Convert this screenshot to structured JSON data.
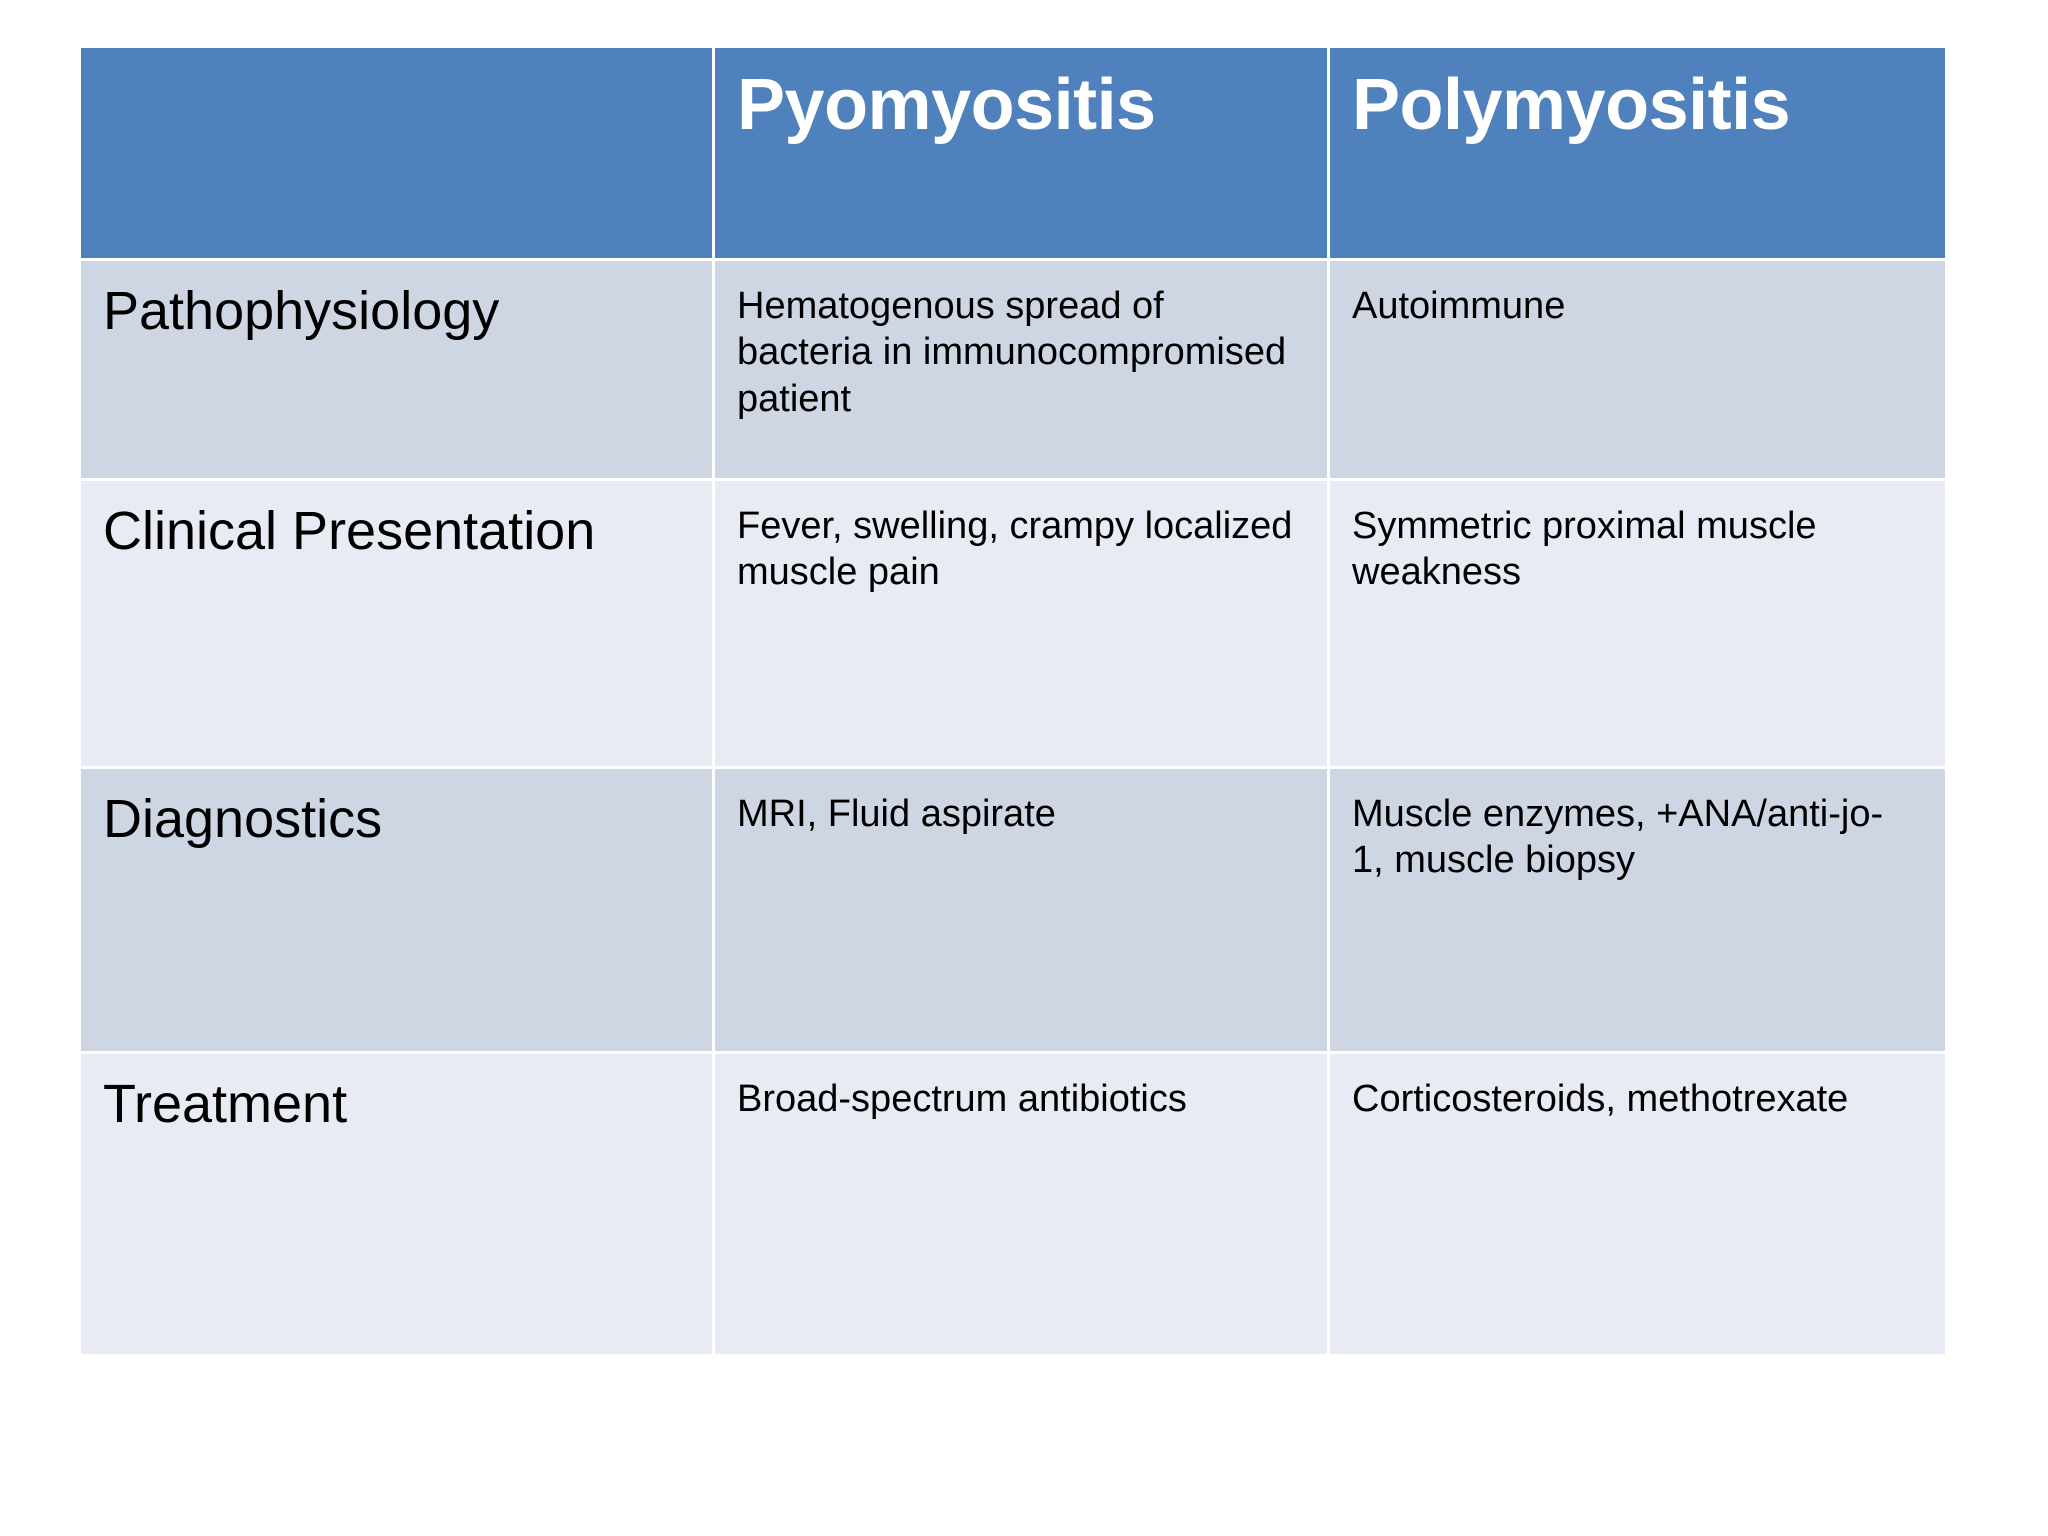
{
  "slide": {
    "background_color": "#ffffff"
  },
  "table": {
    "header_bg": "#4f81bd",
    "header_text_color": "#ffffff",
    "row_shade_dark": "#ced5e3",
    "row_shade_light": "#e9ebf4",
    "columns": [
      {
        "key": "label",
        "label": ""
      },
      {
        "key": "pyo",
        "label": "Pyomyositis"
      },
      {
        "key": "poly",
        "label": "Polymyositis"
      }
    ],
    "rows": [
      {
        "label": "Pathophysiology",
        "pyo": "Hematogenous spread of bacteria in immunocompromised patient",
        "poly": "Autoimmune"
      },
      {
        "label": "Clinical Presentation",
        "pyo": "Fever, swelling, crampy localized muscle pain",
        "poly": "Symmetric proximal muscle weakness"
      },
      {
        "label": "Diagnostics",
        "pyo": "MRI, Fluid aspirate",
        "poly": "Muscle enzymes, +ANA/anti-jo-1, muscle biopsy"
      },
      {
        "label": "Treatment",
        "pyo": "Broad-spectrum antibiotics",
        "poly": "Corticosteroids, methotrexate"
      }
    ]
  }
}
